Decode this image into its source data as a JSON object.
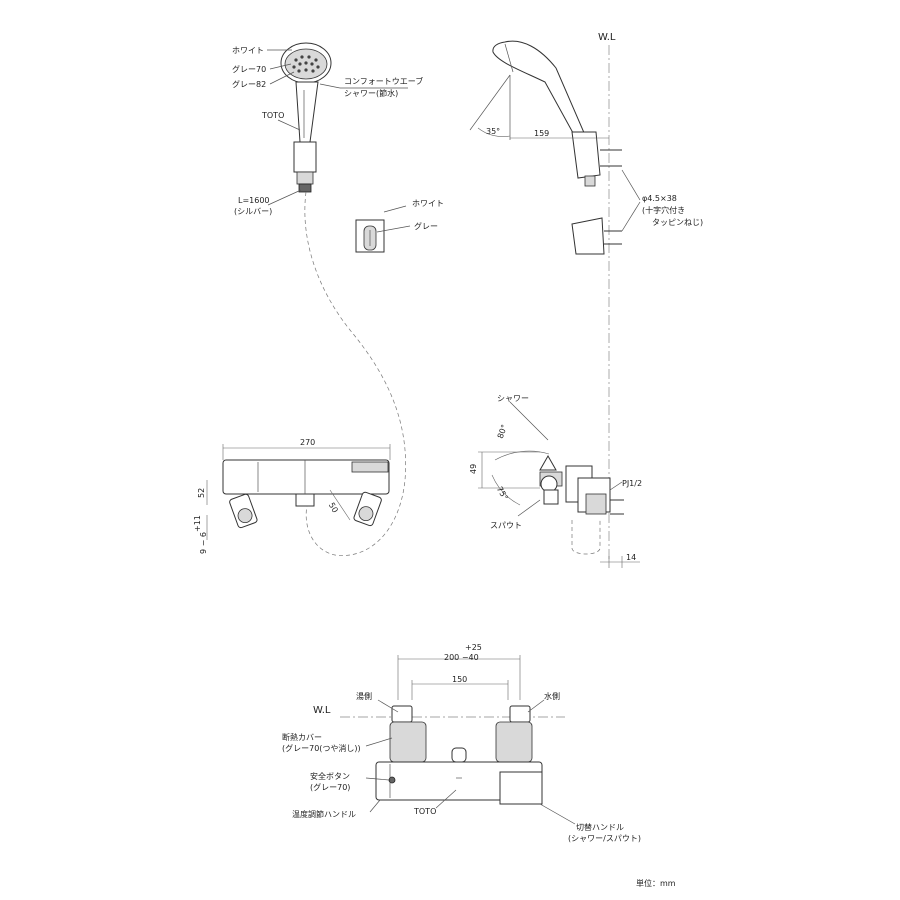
{
  "labels": {
    "showerhead_white": "ホワイト",
    "showerhead_grey70": "グレー70",
    "showerhead_grey82": "グレー82",
    "comfort_wave_line1": "コンフォートウエーブ",
    "comfort_wave_line2": "シャワー(節水)",
    "toto_top": "TOTO",
    "hose_length": "L=1600",
    "hose_color": "(シルバー)",
    "holder_white": "ホワイト",
    "holder_grey": "グレー",
    "wl_top": "W.L",
    "angle_35": "35°",
    "dim_159": "159",
    "screw_spec": "φ4.5×38",
    "screw_note1": "(十字穴付き",
    "screw_note2": "タッピンねじ)",
    "dim_270": "270",
    "dim_52": "52",
    "dim_11": "+11",
    "dim_6": "9 − 6",
    "dim_50": "50",
    "shower_label": "シャワー",
    "angle_80": "80°",
    "dim_49": "49",
    "angle_75": "75°",
    "spout_label": "スパウト",
    "pj": "PJ1/2",
    "dim_14": "14",
    "dim_plus25": "+25",
    "dim_200": "200 −40",
    "dim_150": "150",
    "hot_side": "湯側",
    "cold_side": "水側",
    "wl_bottom": "W.L",
    "insulation_cover": "断熱カバー",
    "insulation_cover_color": "(グレー70(つや消し))",
    "safety_button": "安全ボタン",
    "safety_button_color": "(グレー70)",
    "temp_handle": "温度調節ハンドル",
    "toto_bottom": "TOTO",
    "switch_handle": "切替ハンドル",
    "switch_handle_note": "(シャワー/スパウト)",
    "unit": "単位：mm"
  },
  "colors": {
    "line": "#333333",
    "grey_part": "#d9d9d9",
    "dark_part": "#666666"
  }
}
